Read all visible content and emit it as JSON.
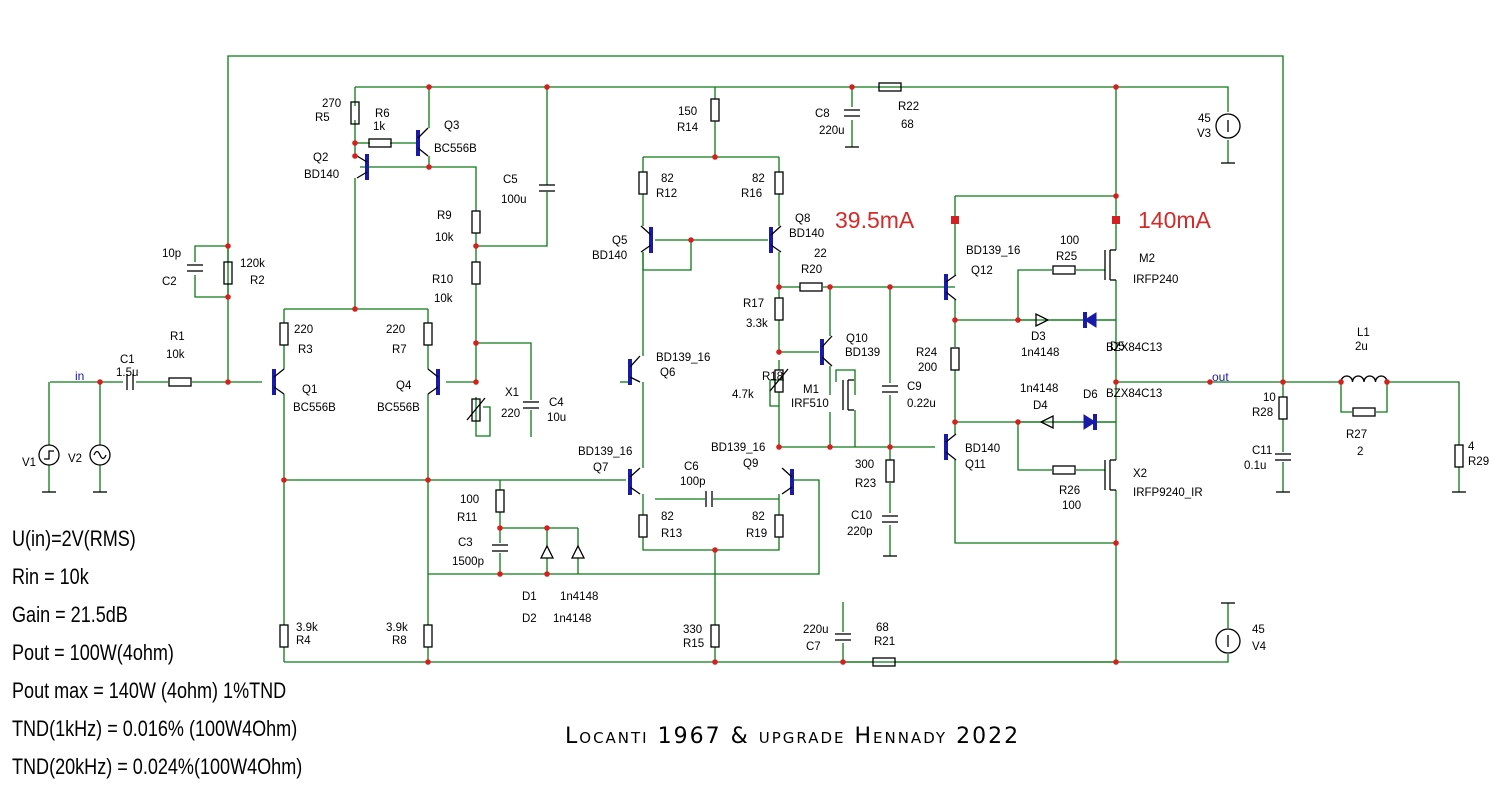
{
  "net_labels": {
    "in": "in",
    "out": "out"
  },
  "measurements": {
    "q12_current": "39.5mA",
    "m2_current": "140mA"
  },
  "specs": [
    "U(in)=2V(RMS)",
    "Rin = 10k",
    "Gain = 21.5dB",
    "Pout = 100W(4ohm)",
    "Pout max = 140W (4ohm) 1%TND",
    "TND(1kHz) = 0.016% (100W4Ohm)",
    "TND(20kHz) = 0.024%(100W4Ohm)"
  ],
  "credit": "Locanti 1967 &  upgrade Hennady 2022",
  "labels": [
    {
      "id": "c1",
      "text": "C1"
    },
    {
      "id": "c1v",
      "text": "1.5u"
    },
    {
      "id": "r1",
      "text": "R1"
    },
    {
      "id": "r1v",
      "text": "10k"
    },
    {
      "id": "c2v",
      "text": "10p"
    },
    {
      "id": "c2",
      "text": "C2"
    },
    {
      "id": "r2v",
      "text": "120k"
    },
    {
      "id": "r2",
      "text": "R2"
    },
    {
      "id": "v1",
      "text": "V1"
    },
    {
      "id": "v2",
      "text": "V2"
    },
    {
      "id": "r5v",
      "text": "270"
    },
    {
      "id": "r5",
      "text": "R5"
    },
    {
      "id": "r6",
      "text": "R6"
    },
    {
      "id": "r6v",
      "text": "1k"
    },
    {
      "id": "q3",
      "text": "Q3"
    },
    {
      "id": "q3t",
      "text": "BC556B"
    },
    {
      "id": "q2",
      "text": "Q2"
    },
    {
      "id": "q2t",
      "text": "BD140"
    },
    {
      "id": "c5",
      "text": "C5"
    },
    {
      "id": "c5v",
      "text": "100u"
    },
    {
      "id": "r9",
      "text": "R9"
    },
    {
      "id": "r9v",
      "text": "10k"
    },
    {
      "id": "r10",
      "text": "R10"
    },
    {
      "id": "r10v",
      "text": "10k"
    },
    {
      "id": "r3v",
      "text": "220"
    },
    {
      "id": "r3",
      "text": "R3"
    },
    {
      "id": "r7v",
      "text": "220"
    },
    {
      "id": "r7",
      "text": "R7"
    },
    {
      "id": "q1",
      "text": "Q1"
    },
    {
      "id": "q1t",
      "text": "BC556B"
    },
    {
      "id": "q4",
      "text": "Q4"
    },
    {
      "id": "q4t",
      "text": "BC556B"
    },
    {
      "id": "x1",
      "text": "X1"
    },
    {
      "id": "x1v",
      "text": "220"
    },
    {
      "id": "c4",
      "text": "C4"
    },
    {
      "id": "c4v",
      "text": "10u"
    },
    {
      "id": "r11v",
      "text": "100"
    },
    {
      "id": "r11",
      "text": "R11"
    },
    {
      "id": "c3",
      "text": "C3"
    },
    {
      "id": "c3v",
      "text": "1500p"
    },
    {
      "id": "d1",
      "text": "D1"
    },
    {
      "id": "d1t",
      "text": "1n4148"
    },
    {
      "id": "d2",
      "text": "D2"
    },
    {
      "id": "d2t",
      "text": "1n4148"
    },
    {
      "id": "r4v",
      "text": "3.9k"
    },
    {
      "id": "r4",
      "text": "R4"
    },
    {
      "id": "r8v",
      "text": "3.9k"
    },
    {
      "id": "r8",
      "text": "R8"
    },
    {
      "id": "r14v",
      "text": "150"
    },
    {
      "id": "r14",
      "text": "R14"
    },
    {
      "id": "r12v",
      "text": "82"
    },
    {
      "id": "r12",
      "text": "R12"
    },
    {
      "id": "r16v",
      "text": "82"
    },
    {
      "id": "r16",
      "text": "R16"
    },
    {
      "id": "q5",
      "text": "Q5"
    },
    {
      "id": "q5t",
      "text": "BD140"
    },
    {
      "id": "q8",
      "text": "Q8"
    },
    {
      "id": "q8t",
      "text": "BD140"
    },
    {
      "id": "r20v",
      "text": "22"
    },
    {
      "id": "r20",
      "text": "R20"
    },
    {
      "id": "r17",
      "text": "R17"
    },
    {
      "id": "r17v",
      "text": "3.3k"
    },
    {
      "id": "q6t",
      "text": "BD139_16"
    },
    {
      "id": "q6",
      "text": "Q6"
    },
    {
      "id": "q10",
      "text": "Q10"
    },
    {
      "id": "q10t",
      "text": "BD139"
    },
    {
      "id": "r18",
      "text": "R18"
    },
    {
      "id": "r18v",
      "text": "4.7k"
    },
    {
      "id": "m1",
      "text": "M1"
    },
    {
      "id": "m1t",
      "text": "IRF510"
    },
    {
      "id": "c9",
      "text": "C9"
    },
    {
      "id": "c9v",
      "text": "0.22u"
    },
    {
      "id": "q7t",
      "text": "BD139_16"
    },
    {
      "id": "q7",
      "text": "Q7"
    },
    {
      "id": "q9t",
      "text": "BD139_16"
    },
    {
      "id": "q9",
      "text": "Q9"
    },
    {
      "id": "c6",
      "text": "C6"
    },
    {
      "id": "c6v",
      "text": "100p"
    },
    {
      "id": "r13v",
      "text": "82"
    },
    {
      "id": "r13",
      "text": "R13"
    },
    {
      "id": "r19v",
      "text": "82"
    },
    {
      "id": "r19",
      "text": "R19"
    },
    {
      "id": "r15v",
      "text": "330"
    },
    {
      "id": "r15",
      "text": "R15"
    },
    {
      "id": "c8",
      "text": "C8"
    },
    {
      "id": "c8v",
      "text": "220u"
    },
    {
      "id": "r22",
      "text": "R22"
    },
    {
      "id": "r22v",
      "text": "68"
    },
    {
      "id": "r23v",
      "text": "300"
    },
    {
      "id": "r23",
      "text": "R23"
    },
    {
      "id": "c10",
      "text": "C10"
    },
    {
      "id": "c10v",
      "text": "220p"
    },
    {
      "id": "c7v",
      "text": "220u"
    },
    {
      "id": "c7",
      "text": "C7"
    },
    {
      "id": "r21v",
      "text": "68"
    },
    {
      "id": "r21",
      "text": "R21"
    },
    {
      "id": "q12t",
      "text": "BD139_16"
    },
    {
      "id": "q12",
      "text": "Q12"
    },
    {
      "id": "r24",
      "text": "R24"
    },
    {
      "id": "r24v",
      "text": "200"
    },
    {
      "id": "q11t",
      "text": "BD140"
    },
    {
      "id": "q11",
      "text": "Q11"
    },
    {
      "id": "r25v",
      "text": "100"
    },
    {
      "id": "r25",
      "text": "R25"
    },
    {
      "id": "m2",
      "text": "M2"
    },
    {
      "id": "m2t",
      "text": "IRFP240"
    },
    {
      "id": "d3",
      "text": "D3"
    },
    {
      "id": "d3t",
      "text": "1n4148"
    },
    {
      "id": "d5",
      "text": "D5"
    },
    {
      "id": "d5t",
      "text": "BZX84C13"
    },
    {
      "id": "d4t",
      "text": "1n4148"
    },
    {
      "id": "d4",
      "text": "D4"
    },
    {
      "id": "d6",
      "text": "D6"
    },
    {
      "id": "d6t",
      "text": "BZX84C13"
    },
    {
      "id": "r26",
      "text": "R26"
    },
    {
      "id": "r26v",
      "text": "100"
    },
    {
      "id": "x2",
      "text": "X2"
    },
    {
      "id": "x2t",
      "text": "IRFP9240_IR"
    },
    {
      "id": "v3v",
      "text": "45"
    },
    {
      "id": "v3",
      "text": "V3"
    },
    {
      "id": "v4v",
      "text": "45"
    },
    {
      "id": "v4",
      "text": "V4"
    },
    {
      "id": "l1",
      "text": "L1"
    },
    {
      "id": "l1v",
      "text": "2u"
    },
    {
      "id": "r28v",
      "text": "10"
    },
    {
      "id": "r28",
      "text": "R28"
    },
    {
      "id": "c11",
      "text": "C11"
    },
    {
      "id": "c11v",
      "text": "0.1u"
    },
    {
      "id": "r27",
      "text": "R27"
    },
    {
      "id": "r27v",
      "text": "2"
    },
    {
      "id": "r29v",
      "text": "4"
    },
    {
      "id": "r29",
      "text": "R29"
    }
  ]
}
